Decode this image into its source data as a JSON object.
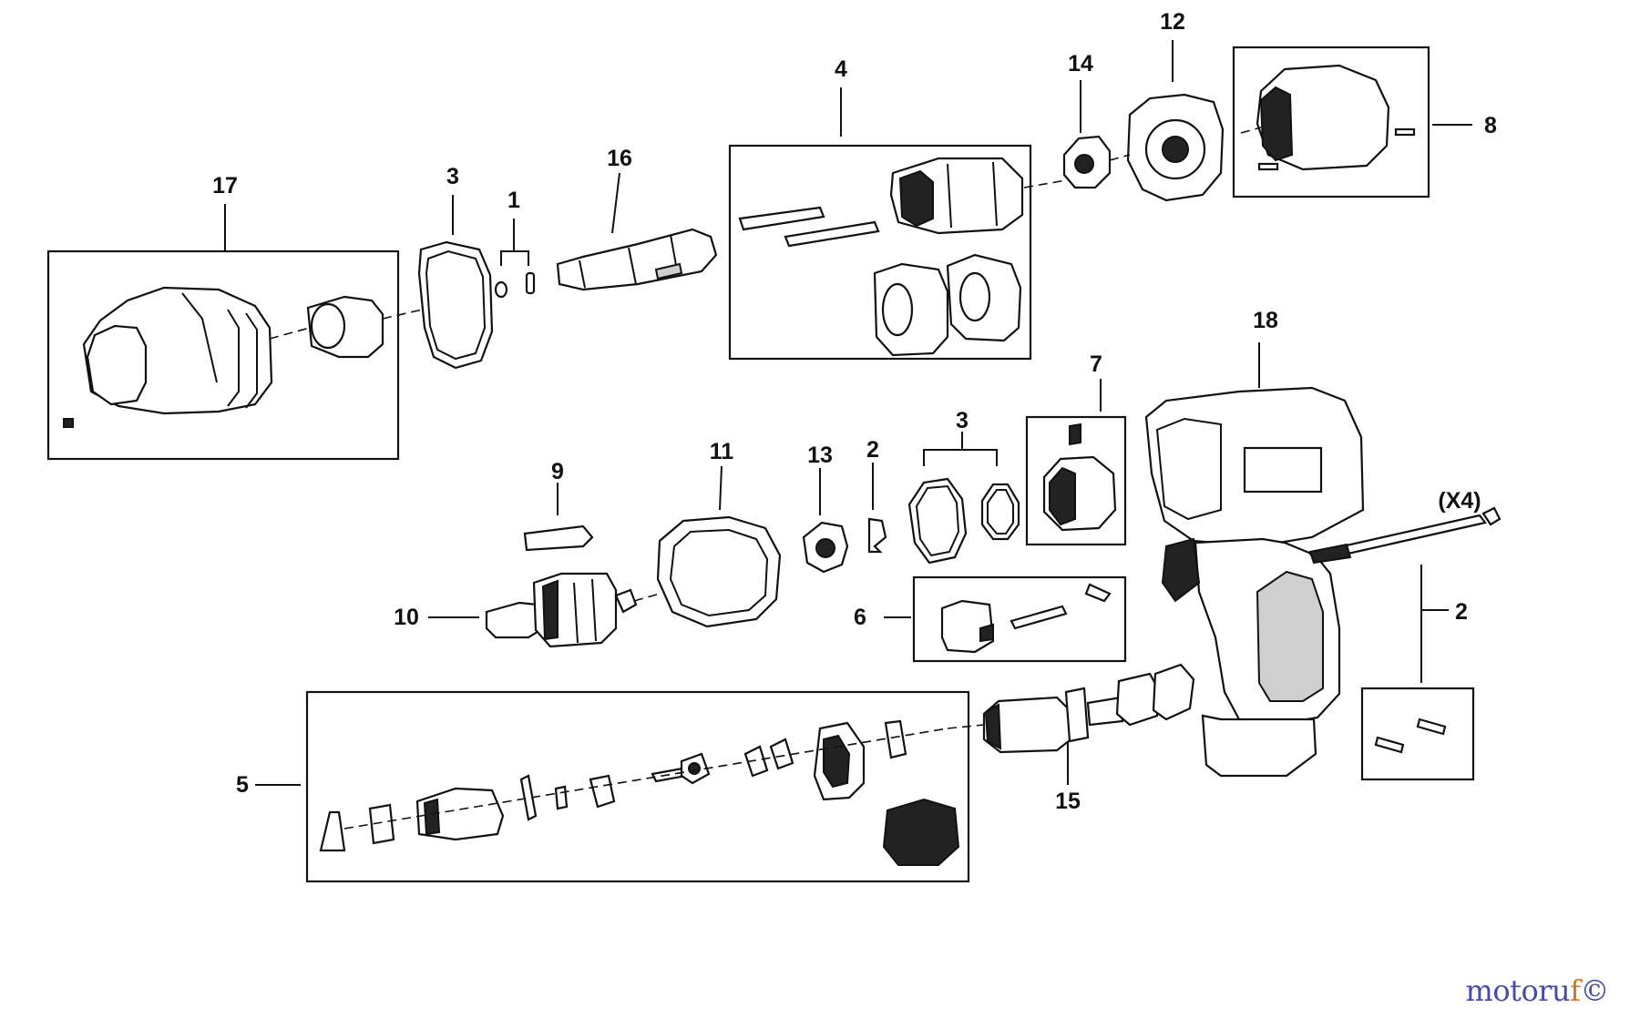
{
  "callouts": {
    "c1": "1",
    "c2a": "2",
    "c2b": "2",
    "c3a": "3",
    "c3b": "3",
    "c4": "4",
    "c5": "5",
    "c6": "6",
    "c7": "7",
    "c8": "8",
    "c9": "9",
    "c10": "10",
    "c11": "11",
    "c12": "12",
    "c13": "13",
    "c14": "14",
    "c15": "15",
    "c16": "16",
    "c17": "17",
    "c18": "18",
    "qty_x4": "(X4)"
  },
  "watermark": {
    "part1": "motoru",
    "part2": "f",
    "symbol": "©"
  }
}
